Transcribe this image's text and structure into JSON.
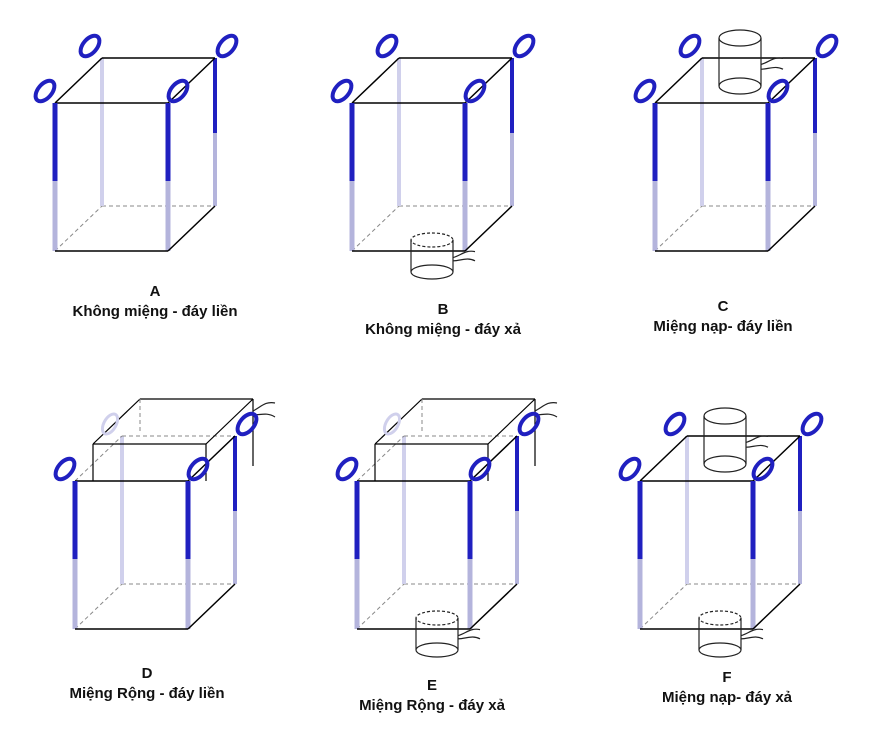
{
  "colors": {
    "strap_dark": "#2020c0",
    "strap_light": "#b4b4dc",
    "strap_faint": "#d0d0ec",
    "edge": "#000000",
    "hidden_edge": "#888888",
    "spout": "#222222"
  },
  "bags": [
    {
      "letter": "A",
      "label": "Không miệng - đáy liền",
      "top": "none",
      "bottom": "flat"
    },
    {
      "letter": "B",
      "label": "Không miệng - đáy xả",
      "top": "none",
      "bottom": "spout"
    },
    {
      "letter": "C",
      "label": "Miệng nạp- đáy liền",
      "top": "spout",
      "bottom": "flat"
    },
    {
      "letter": "D",
      "label": "Miệng Rộng - đáy liền",
      "top": "skirt",
      "bottom": "flat"
    },
    {
      "letter": "E",
      "label": "Miệng Rộng - đáy xả",
      "top": "skirt",
      "bottom": "spout"
    },
    {
      "letter": "F",
      "label": "Miệng nạp- đáy xả",
      "top": "spout",
      "bottom": "spout"
    }
  ]
}
